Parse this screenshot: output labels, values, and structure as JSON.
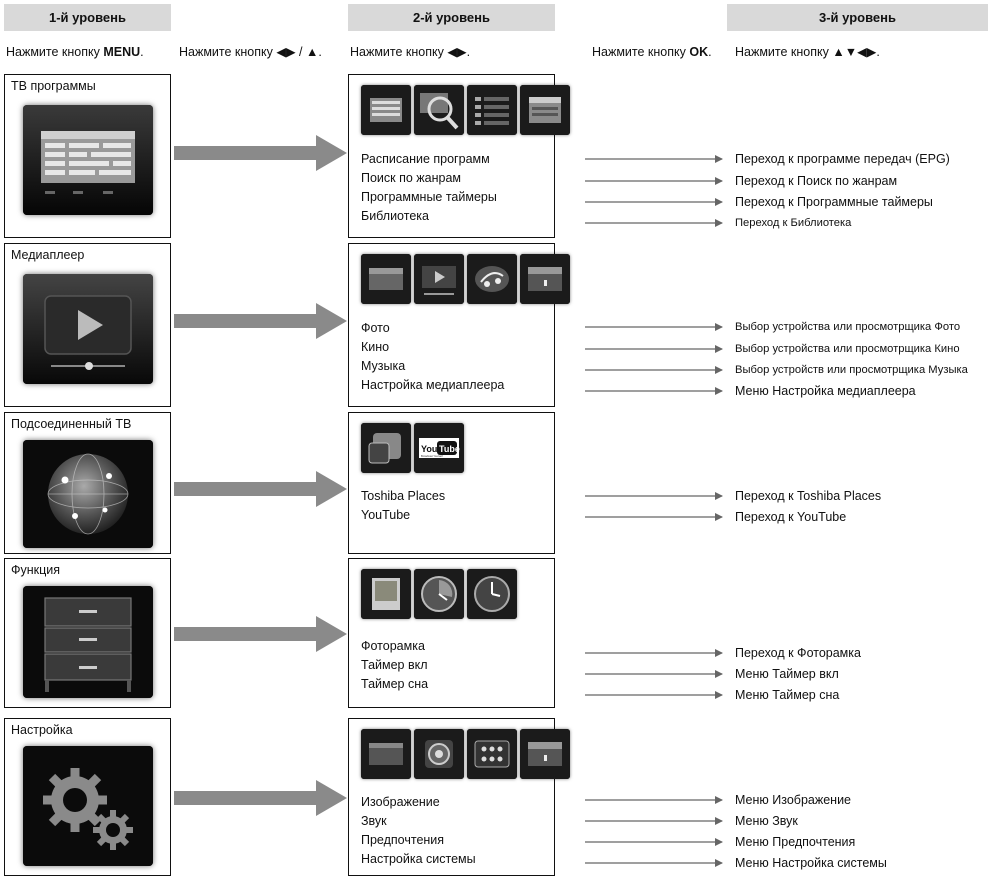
{
  "headers": {
    "level1": "1-й уровень",
    "level2": "2-й уровень",
    "level3": "3-й уровень"
  },
  "instructions": {
    "i1_prefix": "Нажмите кнопку ",
    "i1_key": "MENU",
    "i1_suffix": ".",
    "i2_prefix": "Нажмите кнопку ",
    "i2_keys": "◀▶ / ▲.",
    "i3_prefix": "Нажмите кнопку ",
    "i3_keys": "◀▶.",
    "i4_prefix": "Нажмите кнопку ",
    "i4_key": "OK",
    "i4_suffix": ".",
    "i5_prefix": "Нажмите кнопку ",
    "i5_keys": "▲▼◀▶."
  },
  "sections": [
    {
      "title": "ТВ программы",
      "icon": "tv-guide-icon",
      "items": [
        "Расписание программ",
        "Поиск по жанрам",
        "Программные таймеры",
        "Библиотека"
      ],
      "results": [
        "Переход к программе передач (EPG)",
        "Переход к Поиск по жанрам",
        "Переход к Программные таймеры",
        "Переход к Библиотека"
      ]
    },
    {
      "title": "Медиаплеер",
      "icon": "media-player-icon",
      "items": [
        "Фото",
        "Кино",
        "Музыка",
        "Настройка медиаплеера"
      ],
      "results": [
        "Выбор устройства или просмотрщика Фото",
        "Выбор устройства или просмотрщика Кино",
        "Выбор устройств или просмотрщика Музыка",
        "Меню Настройка медиаплеера"
      ]
    },
    {
      "title": "Подсоединенный ТВ",
      "icon": "connected-tv-globe-icon",
      "items": [
        "Toshiba Places",
        "YouTube"
      ],
      "results": [
        "Переход к Toshiba Places",
        "Переход к YouTube"
      ]
    },
    {
      "title": "Функция",
      "icon": "drawers-icon",
      "items": [
        "Фоторамка",
        "Таймер вкл",
        "Таймер сна"
      ],
      "results": [
        "Переход к Фоторамка",
        "Меню Таймер вкл",
        "Меню Таймер сна"
      ]
    },
    {
      "title": "Настройка",
      "icon": "gears-icon",
      "items": [
        "Изображение",
        "Звук",
        "Предпочтения",
        "Настройка системы"
      ],
      "results": [
        "Меню Изображение",
        "Меню Звук",
        "Меню Предпочтения",
        "Меню Настройка системы"
      ]
    }
  ],
  "youtube_logo": {
    "you": "You",
    "tube": "Tube",
    "tagline": "Broadcast Yourself"
  }
}
